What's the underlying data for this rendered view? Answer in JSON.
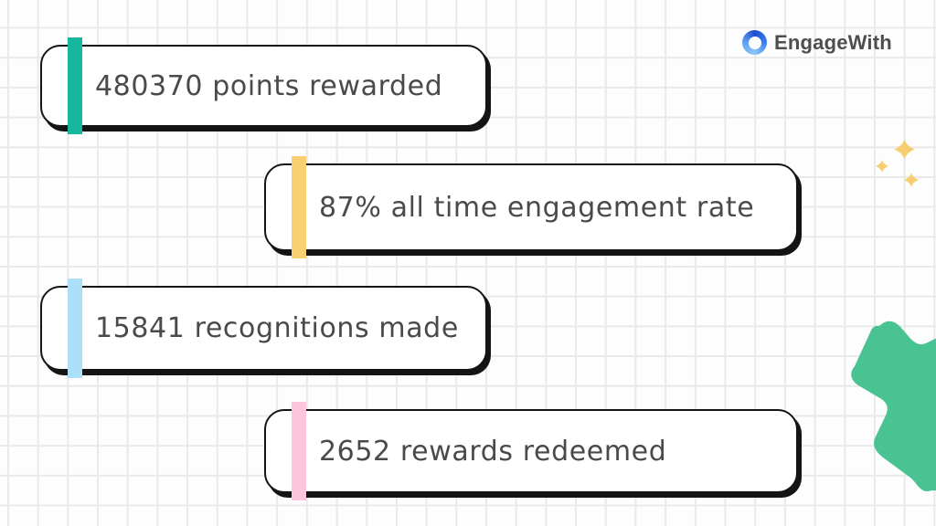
{
  "brand": {
    "name": "EngageWith",
    "text_color": "#4e4e4e",
    "logo_icon": "blue-ring-logo",
    "logo_ring_colors": [
      "#1E4FD0",
      "#3B7DF0",
      "#8EC6F9",
      "#5FA2F2"
    ]
  },
  "stats": [
    {
      "label": "480370 points rewarded",
      "value": 480370,
      "metric": "points rewarded",
      "accent_color": "#16B79E"
    },
    {
      "label": "87% all time engagement rate",
      "value": 87,
      "metric": "all time engagement rate",
      "accent_color": "#F9CF6F"
    },
    {
      "label": "15841 recognitions made",
      "value": 15841,
      "metric": "recognitions made",
      "accent_color": "#ACE0F9"
    },
    {
      "label": "2652 rewards redeemed",
      "value": 2652,
      "metric": "rewards redeemed",
      "accent_color": "#FCC5DC"
    }
  ],
  "decor": {
    "sparkle_color": "#F7CE6F",
    "blob_color": "#49C392",
    "text_color": "#4a4a4a",
    "card_border_color": "#141414",
    "grid_line_color": "#e9e9e9"
  }
}
